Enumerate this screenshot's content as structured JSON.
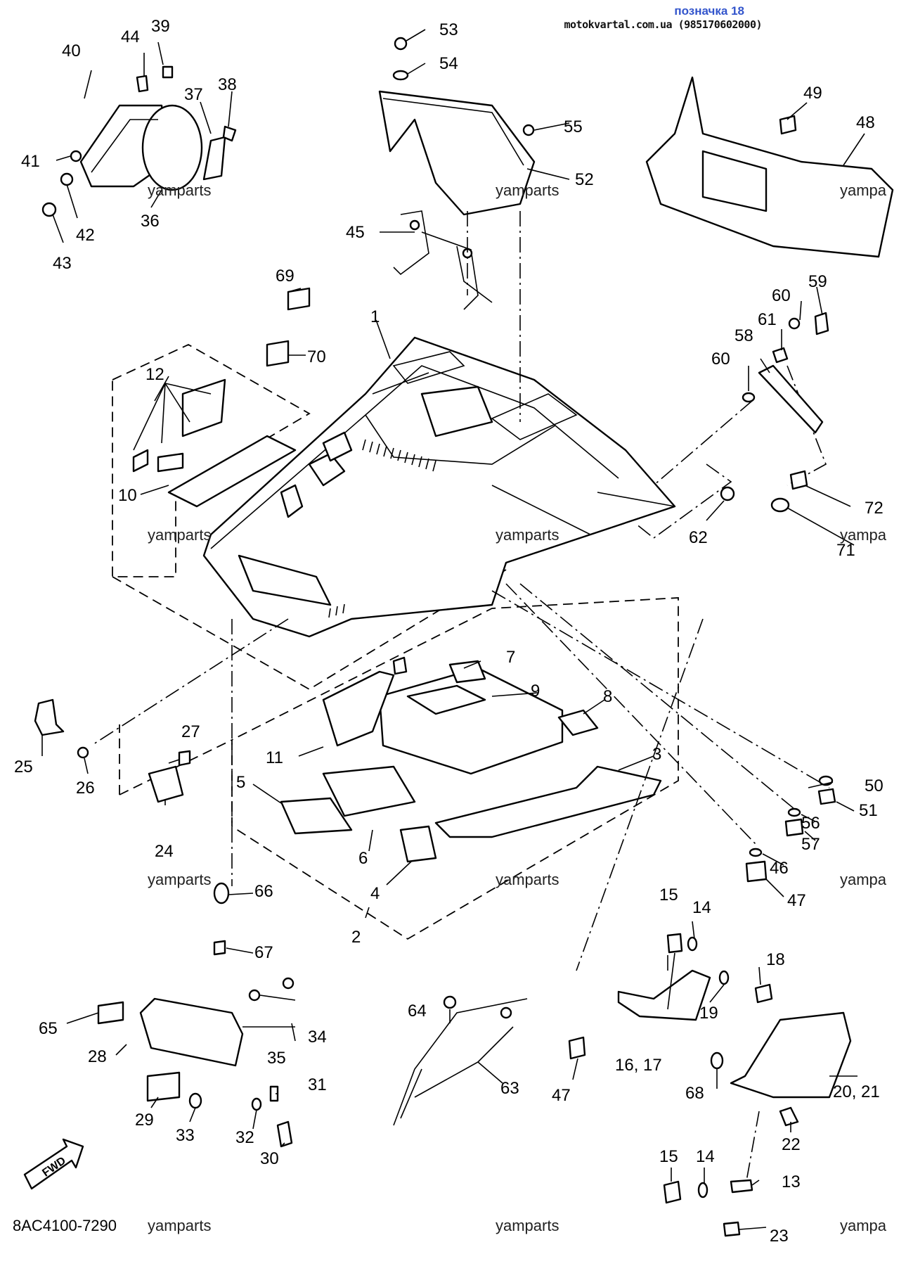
{
  "header": {
    "title": "позначка 18",
    "source": "motokvartal.com.ua (985170602000)"
  },
  "watermark": "yamparts",
  "watermark_edge": "yampa",
  "diagram_code": "8AC4100-7290",
  "fwd_label": "FWD",
  "callouts": {
    "p1": "1",
    "p2": "2",
    "p3": "3",
    "p4": "4",
    "p5": "5",
    "p6": "6",
    "p7": "7",
    "p8": "8",
    "p9": "9",
    "p10": "10",
    "p11": "11",
    "p12": "12",
    "p13": "13",
    "p14a": "14",
    "p14b": "14",
    "p15a": "15",
    "p15b": "15",
    "p16": "16, 17",
    "p18": "18",
    "p19": "19",
    "p20": "20, 21",
    "p22": "22",
    "p23": "23",
    "p24": "24",
    "p25": "25",
    "p26": "26",
    "p27": "27",
    "p28": "28",
    "p29": "29",
    "p30": "30",
    "p31": "31",
    "p32": "32",
    "p33": "33",
    "p34": "34",
    "p35": "35",
    "p36": "36",
    "p37": "37",
    "p38": "38",
    "p39": "39",
    "p40": "40",
    "p41": "41",
    "p42": "42",
    "p43": "43",
    "p44": "44",
    "p45": "45",
    "p46": "46",
    "p47a": "47",
    "p47b": "47",
    "p48": "48",
    "p49": "49",
    "p50": "50",
    "p51": "51",
    "p52": "52",
    "p53": "53",
    "p54": "54",
    "p55": "55",
    "p56": "56",
    "p57": "57",
    "p58": "58",
    "p59": "59",
    "p60a": "60",
    "p60b": "60",
    "p61": "61",
    "p62": "62",
    "p63": "63",
    "p64": "64",
    "p65": "65",
    "p66": "66",
    "p67": "67",
    "p68": "68",
    "p69": "69",
    "p70": "70",
    "p71": "71",
    "p72": "72"
  }
}
